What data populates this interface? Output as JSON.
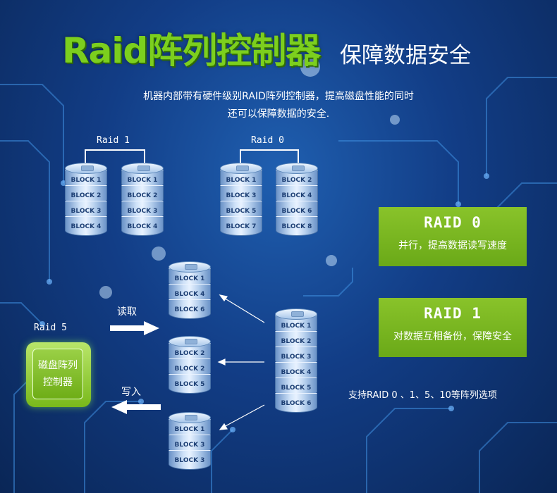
{
  "title": {
    "main": "Raid阵列控制器",
    "sub": "保障数据安全"
  },
  "description": {
    "line1": "机器内部带有硬件级别RAID阵列控制器，提高磁盘性能的同时",
    "line2": "还可以保障数据的安全."
  },
  "raid1_group": {
    "label": "Raid 1",
    "stacks": [
      [
        "BLOCK 1",
        "BLOCK 2",
        "BLOCK 3",
        "BLOCK 4"
      ],
      [
        "BLOCK 1",
        "BLOCK 2",
        "BLOCK 3",
        "BLOCK 4"
      ]
    ]
  },
  "raid0_group": {
    "label": "Raid 0",
    "stacks": [
      [
        "BLOCK 1",
        "BLOCK 3",
        "BLOCK 5",
        "BLOCK 7"
      ],
      [
        "BLOCK 2",
        "BLOCK 4",
        "BLOCK 6",
        "BLOCK 8"
      ]
    ]
  },
  "raid5_group": {
    "label": "Raid 5",
    "left_stacks": [
      [
        "BLOCK 1",
        "BLOCK 4",
        "BLOCK 6"
      ],
      [
        "BLOCK 2",
        "BLOCK 2",
        "BLOCK 5"
      ],
      [
        "BLOCK 1",
        "BLOCK 3",
        "BLOCK 3"
      ]
    ],
    "right_stack": [
      "BLOCK 1",
      "BLOCK 2",
      "BLOCK 3",
      "BLOCK 4",
      "BLOCK 5",
      "BLOCK 6"
    ]
  },
  "read_label": "读取",
  "write_label": "写入",
  "controller": {
    "line1": "磁盘阵列",
    "line2": "控制器"
  },
  "info_boxes": [
    {
      "title": "RAID 0",
      "desc": "并行，提高数据读写速度"
    },
    {
      "title": "RAID 1",
      "desc": "对数据互相备份，保障安全"
    }
  ],
  "support_text": "支持RAID 0 、1、5、10等阵列选项",
  "colors": {
    "accent_green": "#7ccf1e",
    "box_green": "#78b51f",
    "background": "#123d86"
  }
}
